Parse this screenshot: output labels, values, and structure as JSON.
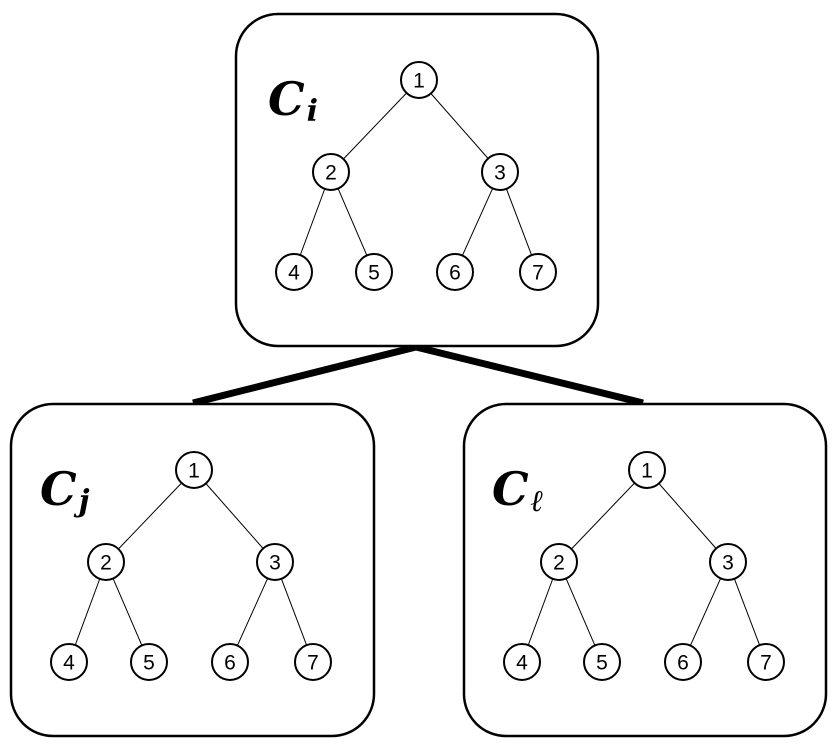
{
  "cells": [
    {
      "id": "i",
      "letter": "C",
      "subscript": "i",
      "nodes": [
        "1",
        "2",
        "3",
        "4",
        "5",
        "6",
        "7"
      ]
    },
    {
      "id": "j",
      "letter": "C",
      "subscript": "j",
      "nodes": [
        "1",
        "2",
        "3",
        "4",
        "5",
        "6",
        "7"
      ]
    },
    {
      "id": "l",
      "letter": "C",
      "subscript": "ℓ",
      "nodes": [
        "1",
        "2",
        "3",
        "4",
        "5",
        "6",
        "7"
      ]
    }
  ],
  "tree_edges": [
    [
      0,
      1
    ],
    [
      0,
      2
    ],
    [
      1,
      3
    ],
    [
      1,
      4
    ],
    [
      2,
      5
    ],
    [
      2,
      6
    ]
  ],
  "hierarchy": [
    {
      "parent": "i",
      "child": "j"
    },
    {
      "parent": "i",
      "child": "l"
    }
  ]
}
